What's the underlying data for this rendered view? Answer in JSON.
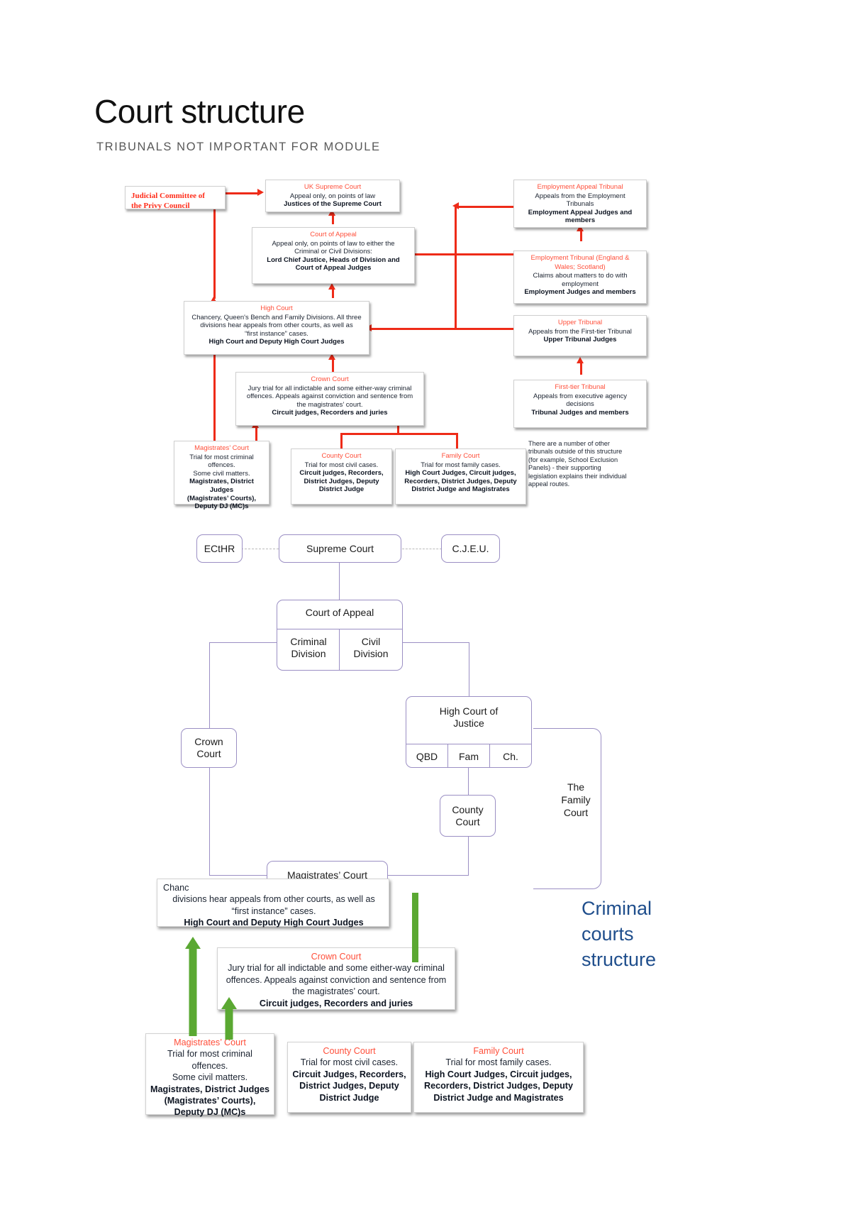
{
  "header": {
    "title": "Court structure",
    "subtitle": "TRIBUNALS NOT IMPORTANT FOR MODULE"
  },
  "top_diagram": {
    "name": "uk-courts-and-tribunals-flowchart",
    "boxes": {
      "privy": {
        "line1": "Judicial Committee of",
        "line2": "the Privy Council"
      },
      "supreme": {
        "title": "UK Supreme Court",
        "body": "Appeal only, on points of law",
        "bold": "Justices of the Supreme Court"
      },
      "appeal": {
        "title": "Court of Appeal",
        "body1": "Appeal only, on points of law to either the",
        "body2": "Criminal or Civil Divisions:",
        "bold1": "Lord Chief Justice, Heads of Division and",
        "bold2": "Court of Appeal Judges"
      },
      "high": {
        "title": "High Court",
        "body1": "Chancery, Queen's Bench and Family Divisions. All three",
        "body2": "divisions hear appeals from other courts, as well as",
        "body3": "“first instance” cases.",
        "bold": "High Court and Deputy High Court Judges"
      },
      "crown": {
        "title": "Crown Court",
        "body1": "Jury trial for all indictable and some either-way criminal",
        "body2": "offences. Appeals against conviction and sentence from",
        "body3": "the magistrates’ court.",
        "bold": "Circuit judges, Recorders and juries"
      },
      "magistrates": {
        "title": "Magistrates’ Court",
        "body1": "Trial for most criminal offences.",
        "body2": "Some civil matters.",
        "bold1": "Magistrates, District Judges",
        "bold2": "(Magistrates’ Courts),",
        "bold3": "Deputy DJ (MC)s"
      },
      "county": {
        "title": "County Court",
        "body1": "Trial for most civil cases.",
        "bold1": "Circuit judges, Recorders,",
        "bold2": "District Judges, Deputy",
        "bold3": "District Judge"
      },
      "family": {
        "title": "Family Court",
        "body1": "Trial for most family cases.",
        "bold1": "High Court Judges, Circuit judges,",
        "bold2": "Recorders, District Judges, Deputy",
        "bold3": "District Judge and Magistrates"
      },
      "eat": {
        "title": "Employment Appeal Tribunal",
        "body1": "Appeals from the Employment",
        "body2": "Tribunals",
        "bold1": "Employment Appeal Judges and",
        "bold2": "members"
      },
      "et": {
        "title1": "Employment Tribunal (England &",
        "title2": "Wales; Scotland)",
        "body1": "Claims about matters to do with",
        "body2": "employment",
        "bold": "Employment Judges and members"
      },
      "upper": {
        "title": "Upper Tribunal",
        "body1": "Appeals from the First-tier Tribunal",
        "bold": "Upper Tribunal Judges"
      },
      "firsttier": {
        "title": "First-tier Tribunal",
        "body1": "Appeals from executive agency",
        "body2": "decisions",
        "bold": "Tribunal Judges and members"
      },
      "note": {
        "line1": "There are a number of other",
        "line2": "tribunals outside of this structure",
        "line3": "(for example, School Exclusion",
        "line4": "Panels) - their supporting",
        "line5": "legislation explains their individual",
        "line6": "appeal routes."
      }
    }
  },
  "bottom_diagram": {
    "name": "criminal-courts-structure-diagram",
    "caption": {
      "line1": "Criminal",
      "line2": "courts",
      "line3": "structure"
    },
    "boxes": {
      "ecthr": "ECtHR",
      "supreme": "Supreme Court",
      "cjeu": "C.J.E.U.",
      "court_of_appeal": "Court of Appeal",
      "criminal_division": {
        "line1": "Criminal",
        "line2": "Division"
      },
      "civil_division": {
        "line1": "Civil",
        "line2": "Division"
      },
      "high_court": {
        "line1": "High Court of",
        "line2": "Justice"
      },
      "qbd": "QBD",
      "fam": "Fam",
      "ch": "Ch.",
      "crown_court": {
        "line1": "Crown",
        "line2": "Court"
      },
      "county_court": {
        "line1": "County",
        "line2": "Court"
      },
      "magistrates_court": "Magistrates’ Court",
      "family_court_brace": {
        "line1": "The",
        "line2": "Family",
        "line3": "Court"
      }
    }
  },
  "bottom_overlay": {
    "high": {
      "fragment_left": "Chanc",
      "body2": "divisions hear appeals from other courts, as well as",
      "body3": "“first instance” cases.",
      "bold": "High Court and Deputy High Court Judges"
    },
    "crown": {
      "title": "Crown Court",
      "body1": "Jury trial for all indictable and some either-way criminal",
      "body2": "offences. Appeals against conviction and sentence from",
      "body3": "the magistrates’ court.",
      "bold": "Circuit judges, Recorders and juries"
    },
    "magistrates": {
      "title": "Magistrates’ Court",
      "body1": "Trial for most criminal offences.",
      "body2": "Some civil matters.",
      "bold1": "Magistrates, District Judges",
      "bold2": "(Magistrates’ Courts),",
      "bold3": "Deputy DJ (MC)s"
    },
    "county": {
      "title": "County Court",
      "body1": "Trial for most civil cases.",
      "bold1": "Circuit Judges, Recorders,",
      "bold2": "District Judges, Deputy",
      "bold3": "District Judge"
    },
    "family": {
      "title": "Family Court",
      "body1": "Trial for most family cases.",
      "bold1": "High Court Judges, Circuit judges,",
      "bold2": "Recorders, District Judges, Deputy",
      "bold3": "District Judge and Magistrates"
    }
  },
  "colors": {
    "red_title": "#ff4f3a",
    "red_arrow": "#ee2b18",
    "purple_outline": "#9b8fc4",
    "green_arrow": "#5aa832",
    "blue_caption": "#1f4e8c"
  }
}
